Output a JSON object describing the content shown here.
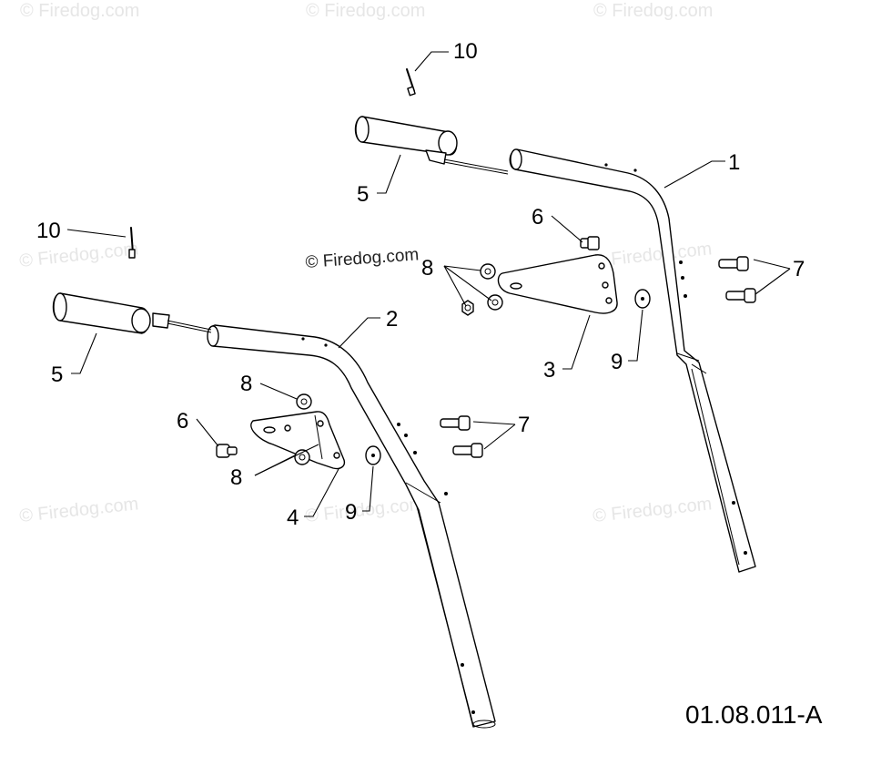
{
  "watermarks": {
    "corner": "© Firedog.com",
    "center": "© Firedog.com"
  },
  "callouts": {
    "c1": "1",
    "c2": "2",
    "c3": "3",
    "c4": "4",
    "c5a": "5",
    "c5b": "5",
    "c6a": "6",
    "c6b": "6",
    "c7a": "7",
    "c7b": "7",
    "c8a": "8",
    "c8b": "8",
    "c8c": "8",
    "c9a": "9",
    "c9b": "9",
    "c10a": "10",
    "c10b": "10"
  },
  "diagram_code": "01.08.011-A"
}
